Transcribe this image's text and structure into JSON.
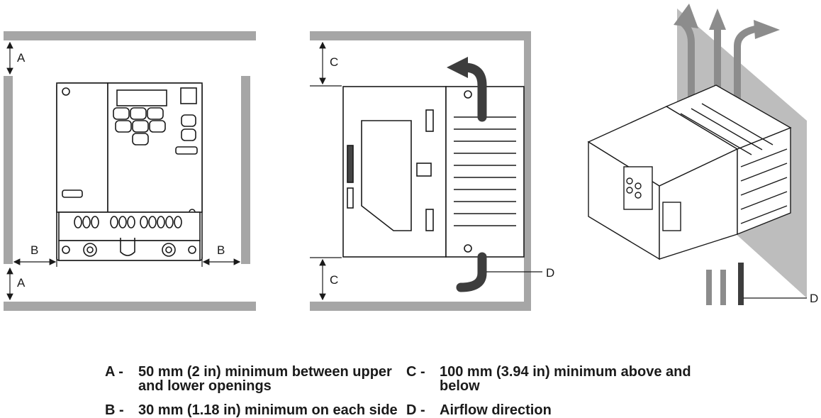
{
  "figure": {
    "dimension_labels": {
      "front_top": "A",
      "front_bottom": "A",
      "front_left": "B",
      "front_right": "B",
      "side_top": "C",
      "side_bottom": "C",
      "side_airflow": "D",
      "iso_airflow": "D"
    },
    "colors": {
      "wall": "#a6a6a6",
      "wall_light": "#bdbdbd",
      "airflow_arrow": "#3d3d3d",
      "airflow_light": "#8c8c8c",
      "drive_outline": "#1a1a1a",
      "drive_fill": "#ffffff"
    }
  },
  "legend": {
    "items": [
      {
        "key": "A -",
        "text": "50 mm (2 in) minimum between upper and lower openings"
      },
      {
        "key": "B -",
        "text": "30 mm (1.18 in) minimum on each side"
      },
      {
        "key": "C -",
        "text": "100 mm (3.94 in) minimum above and below"
      },
      {
        "key": "D -",
        "text": "Airflow direction"
      }
    ]
  }
}
